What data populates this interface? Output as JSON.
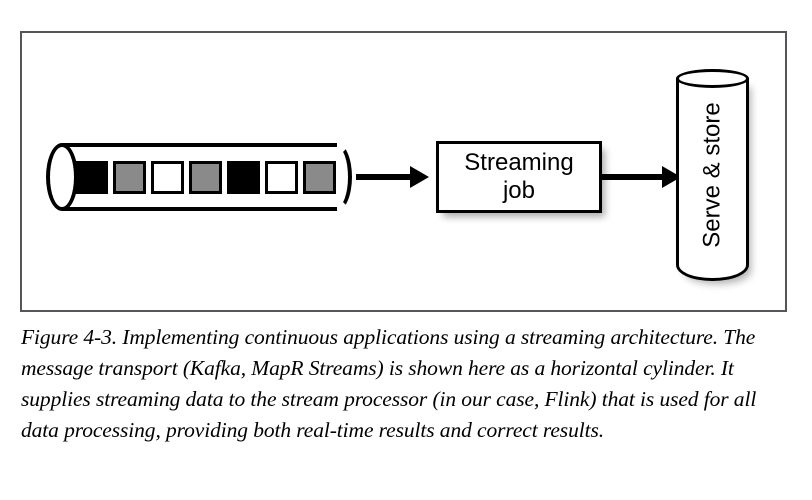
{
  "figure": {
    "frame_border_color": "#55555a",
    "transport": {
      "name": "message-transport-cylinder",
      "events": [
        {
          "fill": "#000000",
          "name": "event-black-1"
        },
        {
          "fill": "#8a8a8a",
          "name": "event-gray-1"
        },
        {
          "fill": "#ffffff",
          "name": "event-white-1"
        },
        {
          "fill": "#8a8a8a",
          "name": "event-gray-2"
        },
        {
          "fill": "#000000",
          "name": "event-black-2"
        },
        {
          "fill": "#ffffff",
          "name": "event-white-2"
        },
        {
          "fill": "#8a8a8a",
          "name": "event-gray-3"
        }
      ]
    },
    "streaming_job": {
      "label": "Streaming\njob"
    },
    "serve_store": {
      "label": "Serve & store"
    },
    "arrows": [
      {
        "name": "arrow-transport-to-job"
      },
      {
        "name": "arrow-job-to-store"
      }
    ]
  },
  "caption": {
    "text": "Figure 4-3. Implementing continuous applications using a streaming architecture. The message transport (Kafka, MapR Streams) is shown here as a horizontal cylinder. It supplies streaming data to the stream processor (in our case, Flink) that is used for all data processing, providing both real-time results and correct results."
  }
}
